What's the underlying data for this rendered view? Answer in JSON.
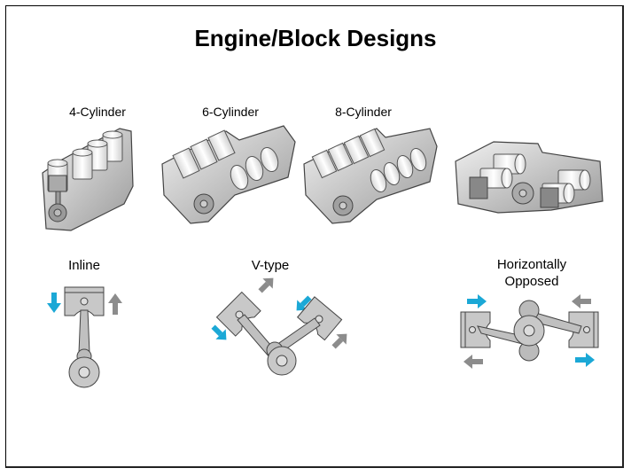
{
  "title": "Engine/Block Designs",
  "blocks": [
    {
      "label": "4-Cylinder",
      "cylinders": 4,
      "layout": "inline"
    },
    {
      "label": "6-Cylinder",
      "cylinders": 6,
      "layout": "v"
    },
    {
      "label": "8-Cylinder",
      "cylinders": 8,
      "layout": "v"
    },
    {
      "label": "",
      "cylinders": 4,
      "layout": "horizontally-opposed"
    }
  ],
  "configurations": [
    {
      "label": "Inline"
    },
    {
      "label": "V-type"
    },
    {
      "label_line1": "Horizontally",
      "label_line2": "Opposed"
    }
  ],
  "colors": {
    "arrow_active": "#1ba8d6",
    "arrow_passive": "#8c8c8c",
    "metal": "#c8c8c8",
    "outline": "#444444"
  }
}
